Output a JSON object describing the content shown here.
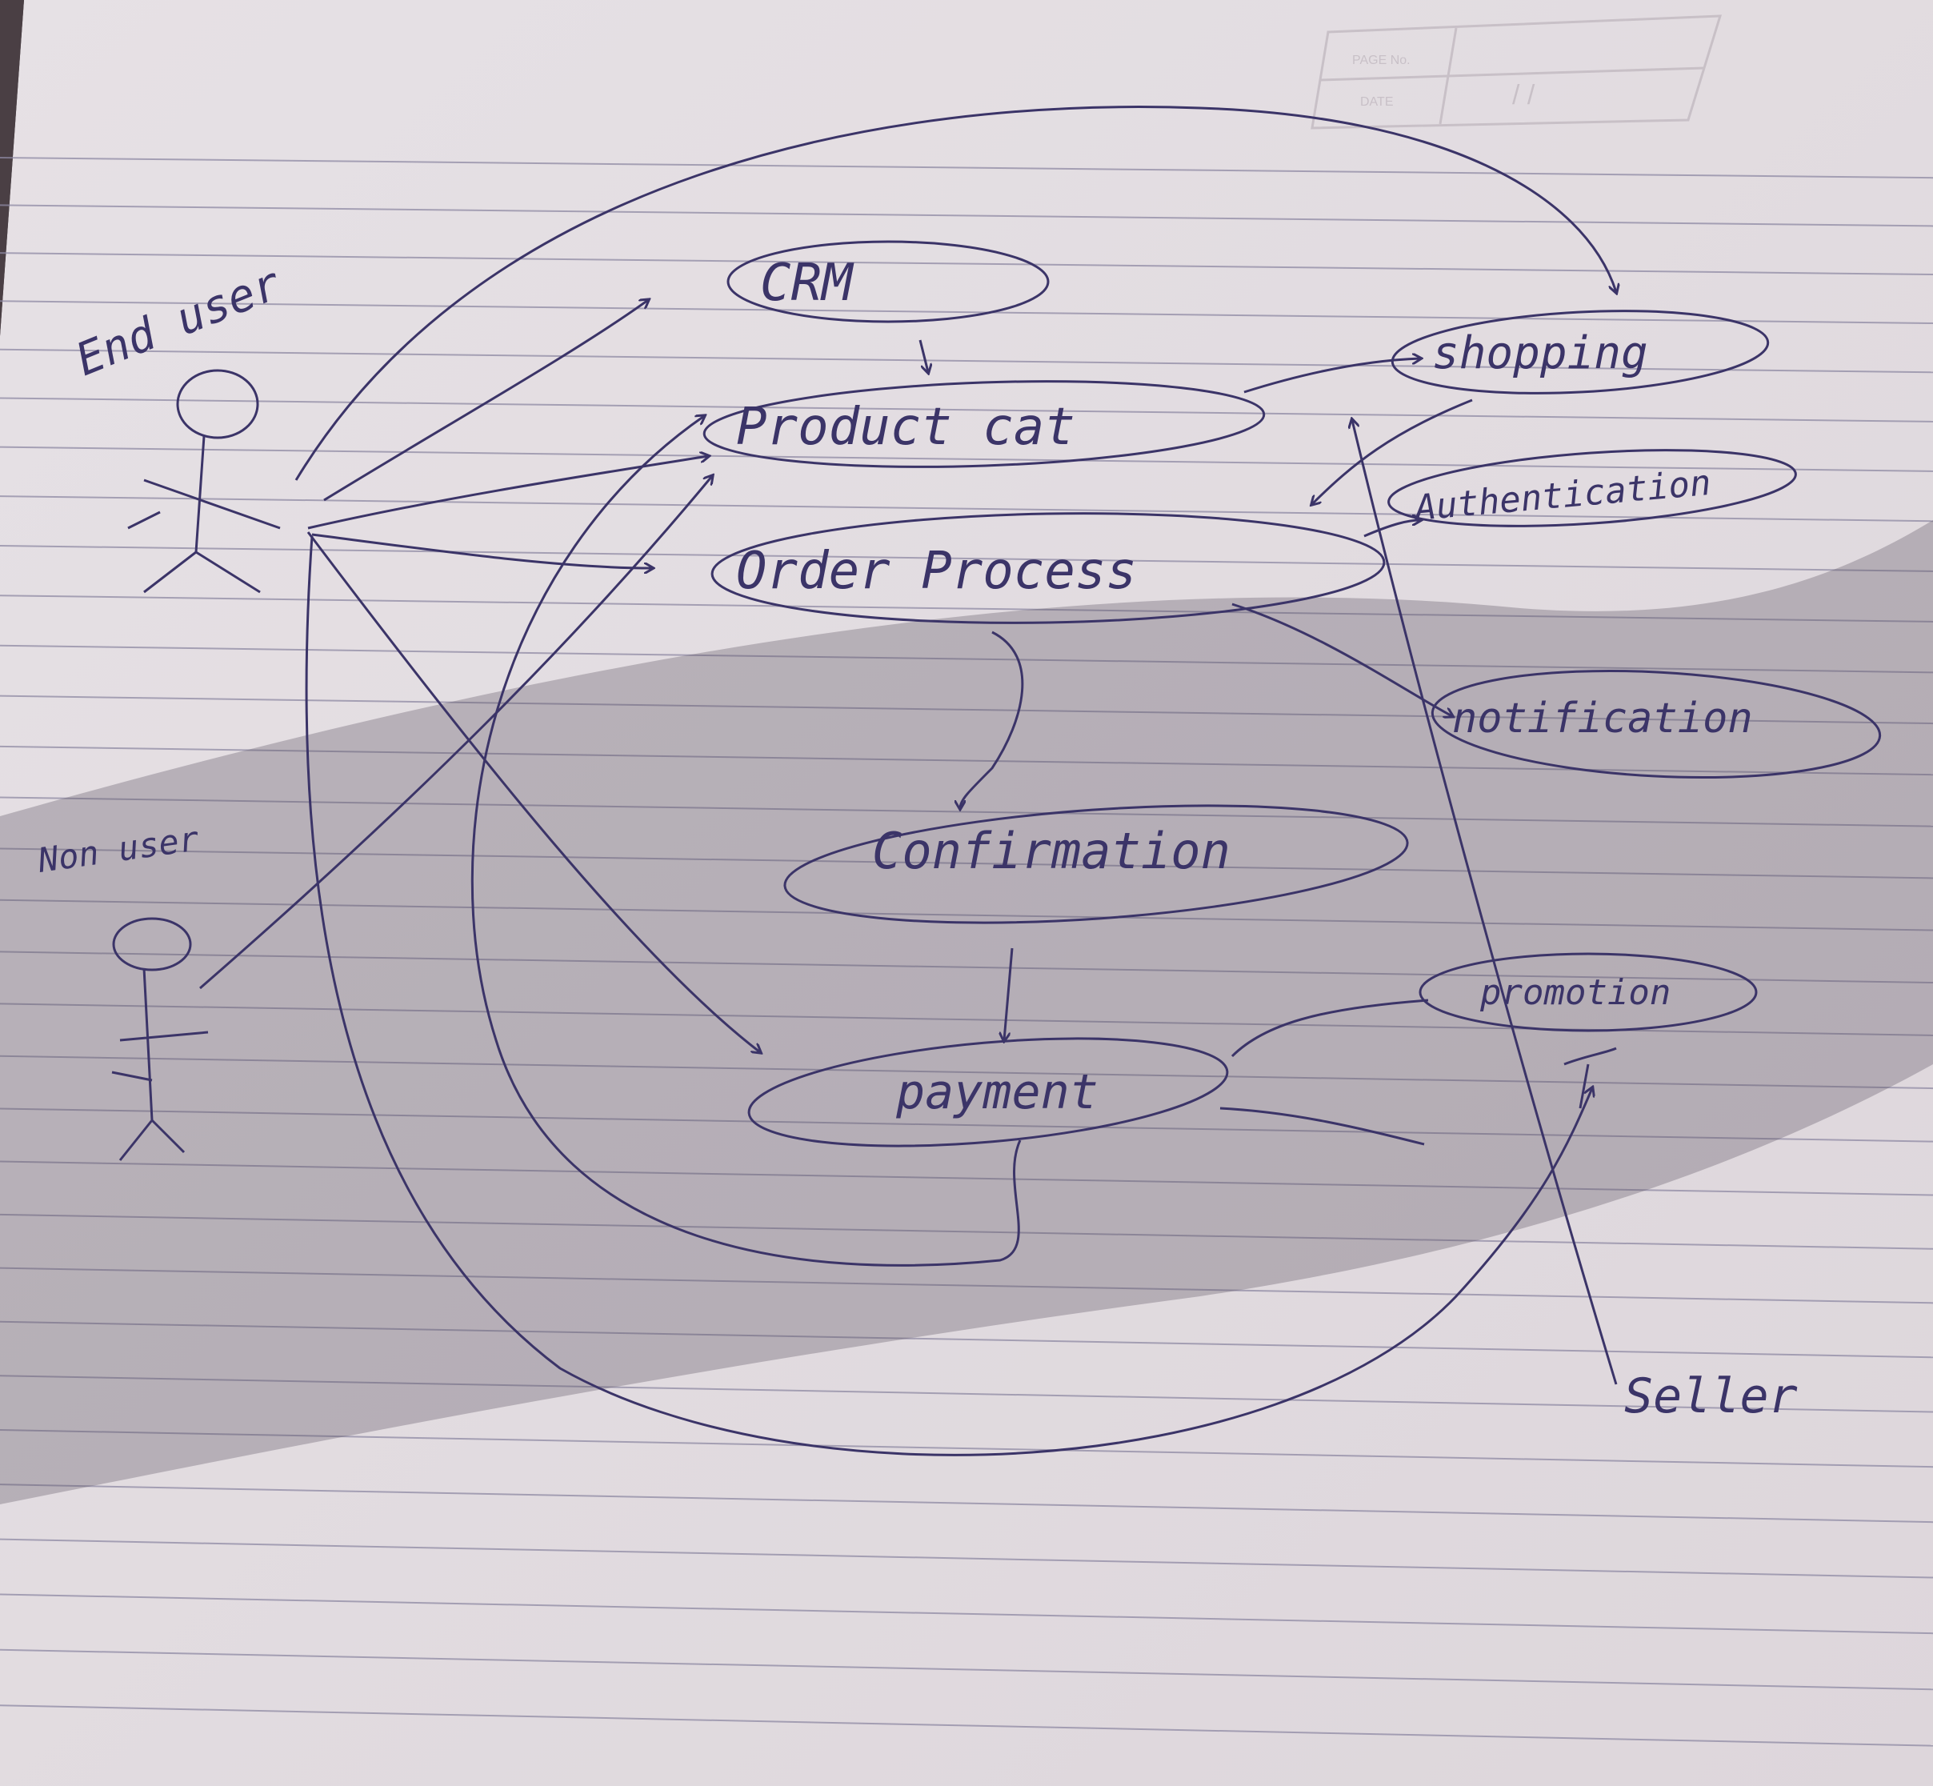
{
  "header_box": {
    "page_no_label": "PAGE No.",
    "date_label": "DATE",
    "date_value": "/ /"
  },
  "actors": {
    "end_user": "End user",
    "non_user": "Non user",
    "seller": "Seller"
  },
  "use_cases": {
    "crm": "CRM",
    "product_cat": "Product cat",
    "shopping": "shopping",
    "authentication": "Authentication",
    "order_process": "Order Process",
    "notification": "notification",
    "confirmation": "Confirmation",
    "promotion": "promotion",
    "payment": "payment"
  },
  "colors": {
    "paper": "#e4dee2",
    "paper_shadow": "#8d8790",
    "rule_line": "#8f8aa4",
    "ink": "#3b3468"
  }
}
